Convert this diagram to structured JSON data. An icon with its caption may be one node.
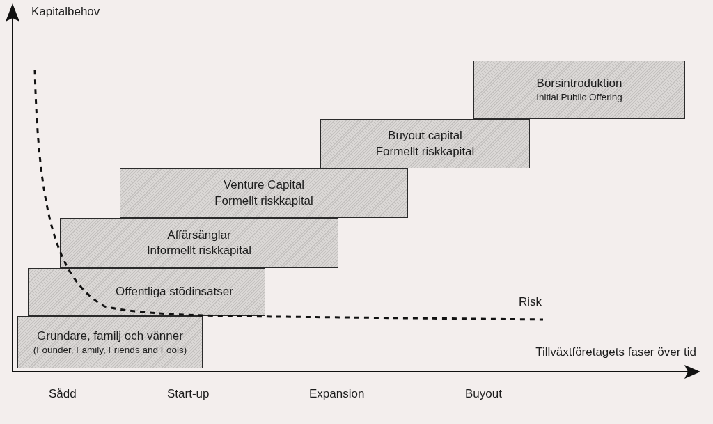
{
  "diagram": {
    "nodes": [
      {
        "text": [
          "Grundare, familj och vänner",
          "(Founder, Family, Friends and Fools)"
        ]
      },
      {
        "text": [
          "Offentliga stödinsatser"
        ]
      },
      {
        "text": [
          "Affärsänglar",
          "Informellt riskkapital"
        ]
      },
      {
        "text": [
          "Venture Capital",
          "Formellt riskkapital"
        ]
      },
      {
        "text": [
          "Buyout capital",
          "Formellt riskkapital"
        ]
      },
      {
        "text": [
          "Börsintroduktion",
          "Initial Public Offering"
        ]
      }
    ],
    "labels": [
      "Kapitalbehov",
      "Risk",
      "Tillväxtföretagets faser över tid",
      "Sådd",
      "Start-up",
      "Expansion",
      "Buyout"
    ]
  }
}
